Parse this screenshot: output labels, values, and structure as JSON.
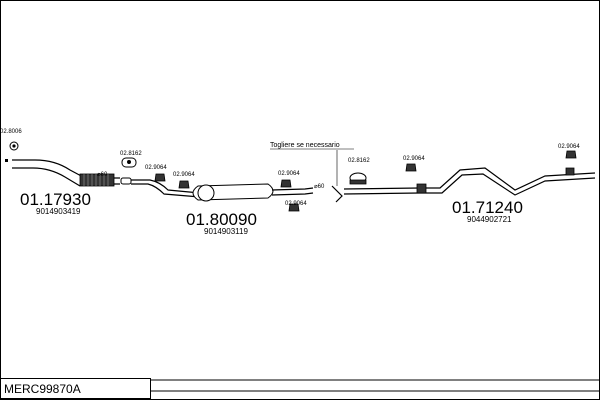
{
  "diagram": {
    "model_code": "MERC99870A",
    "sections": [
      {
        "part_number": "01.17930",
        "oem_number": "9014903419"
      },
      {
        "part_number": "01.80090",
        "oem_number": "9014903119"
      },
      {
        "part_number": "01.71240",
        "oem_number": "9044902721"
      }
    ],
    "accessories": {
      "a1": "02.8006",
      "a2": "02.8162",
      "a3": "02.9064",
      "a4": "02.9064",
      "a5": "02.9064",
      "a6": "02.9064",
      "a7": "02.8162",
      "a8": "02.9064",
      "a9": "02.9064"
    },
    "dims": {
      "d1": "⌀60",
      "d2": "⌀60"
    },
    "note": "Togliere se necessario"
  }
}
